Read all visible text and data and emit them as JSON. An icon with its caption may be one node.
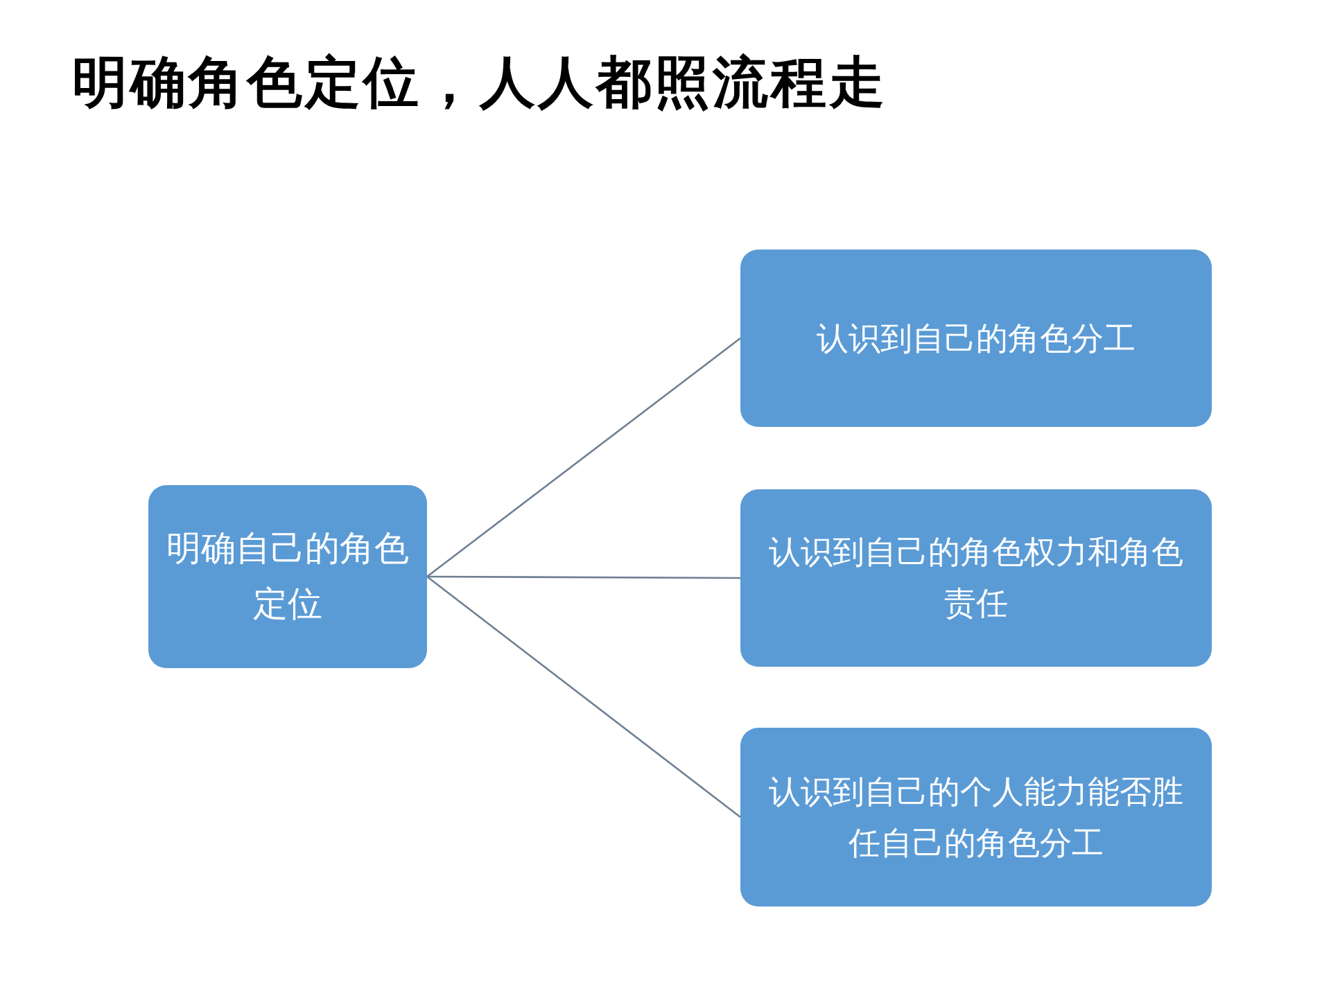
{
  "diagram": {
    "title": "明确角色定位，人人都照流程走",
    "nodes": [
      {
        "text": [
          "明确自己的角色定位"
        ]
      },
      {
        "text": [
          "认识到自己的角色分工"
        ]
      },
      {
        "text": [
          "认识到自己的角色权力和角色责任"
        ]
      },
      {
        "text": [
          "认识到自己的个人能力能否胜任自己的角色分工"
        ]
      }
    ],
    "edges": [
      {
        "from": 0,
        "to": 1,
        "arrow": "none"
      },
      {
        "from": 0,
        "to": 2,
        "arrow": "none"
      },
      {
        "from": 0,
        "to": 3,
        "arrow": "none"
      }
    ]
  }
}
